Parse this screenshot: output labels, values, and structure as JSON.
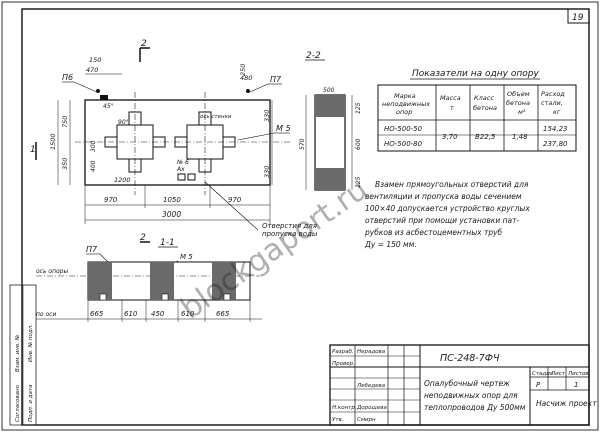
{
  "sheet": {
    "page_number": "19",
    "section_labels": {
      "sec2_top": "2",
      "sec1_left": "1",
      "sec2_bottom": "2",
      "sec22_title": "2-2",
      "sec11_title": "1-1"
    }
  },
  "plan": {
    "labels": {
      "p6": "П6",
      "p7": "П7",
      "m5": "М 5",
      "n6": "№ 6",
      "ax": "Ах",
      "d90": "90°",
      "d45": "45°",
      "axis_wall": "ось стенки"
    },
    "dims": {
      "d150": "150",
      "d470": "470",
      "d480": "480",
      "d250": "250",
      "d750": "750",
      "d1500": "1500",
      "d350": "350",
      "d300": "300",
      "d400": "400",
      "d1200": "1200",
      "d330": "330",
      "d970a": "970",
      "d1050": "1050",
      "d970b": "970",
      "d3000": "3000"
    },
    "openings_note": "Отверстия для пропуска воды"
  },
  "section22": {
    "dims": {
      "d125a": "125",
      "d500": "500",
      "d125b": "125",
      "d570": "570",
      "d600": "600"
    }
  },
  "indicators": {
    "title": "Показатели на одну опору",
    "headers": [
      "Марка неподвижных опор",
      "Масса т",
      "Класс бетона",
      "Объем бетона м³",
      "Расход стали, кг"
    ],
    "rows": [
      {
        "mark": "НО-500-50",
        "value": "154,23"
      },
      {
        "mark": "НО-500-80",
        "value": "237,80"
      }
    ],
    "merged": {
      "mass": "3,70",
      "class": "В22,5",
      "volume": "1,48"
    }
  },
  "note_lines": [
    "Взамен прямоугольных отверстий для",
    "вентиляции и пропуска воды сечением",
    "100×40 допускается устройство круглых",
    "отверстий при помощи установки пат-",
    "рубков из асбестоцементных труб",
    "Ду = 150 мм."
  ],
  "section11": {
    "labels": {
      "p7": "П7",
      "m5": "М 5",
      "axis_support": "ось опоры",
      "axis_wall": "по оси"
    },
    "dims": [
      "665",
      "610",
      "450",
      "610",
      "665"
    ]
  },
  "stamp": {
    "code": "ПС-248-7ФЧ",
    "roles": [
      "Разраб.",
      "Провер.",
      "",
      "Н.контр.",
      "Утв."
    ],
    "names": [
      "Нерадова",
      "",
      "Лебедева",
      "Дорощева",
      "Смирн"
    ],
    "title_lines": [
      "Опалубочный чертеж",
      "неподвижных опор для",
      "теплопроводов Ду 500мм"
    ],
    "headers": [
      "Стадия",
      "Лист",
      "Листов"
    ],
    "stage": "Р",
    "sheet": "1",
    "org": "Насчиж проект"
  },
  "side_stamp": [
    "Согласовано",
    "Взам. инв. №",
    "Подп. и дата",
    "Инв. № подл."
  ],
  "watermark": "blockgaport.ru"
}
